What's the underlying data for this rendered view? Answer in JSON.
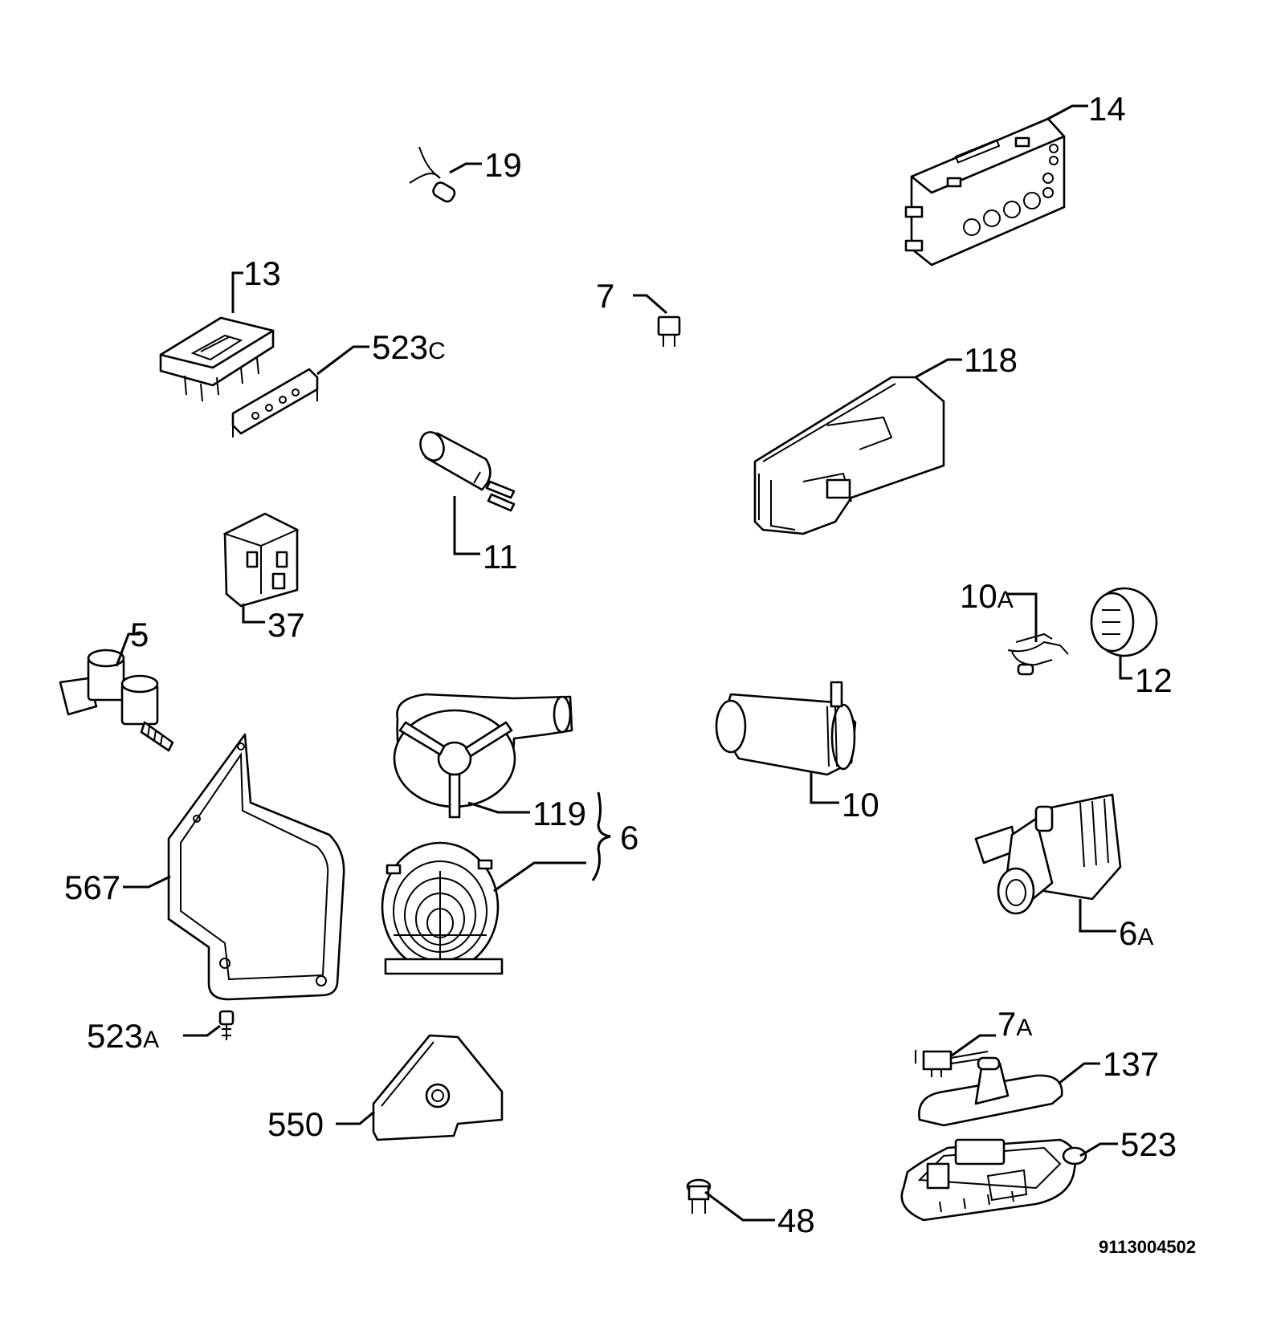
{
  "diagram": {
    "drawing_code": "9113004502",
    "parts": [
      {
        "id": "p14",
        "num": "14",
        "suffix": ""
      },
      {
        "id": "p19",
        "num": "19",
        "suffix": ""
      },
      {
        "id": "p13",
        "num": "13",
        "suffix": ""
      },
      {
        "id": "p7",
        "num": "7",
        "suffix": ""
      },
      {
        "id": "p523c",
        "num": "523",
        "suffix": "C"
      },
      {
        "id": "p118",
        "num": "118",
        "suffix": ""
      },
      {
        "id": "p11",
        "num": "11",
        "suffix": ""
      },
      {
        "id": "p37",
        "num": "37",
        "suffix": ""
      },
      {
        "id": "p10a",
        "num": "10",
        "suffix": "A"
      },
      {
        "id": "p12",
        "num": "12",
        "suffix": ""
      },
      {
        "id": "p5",
        "num": "5",
        "suffix": ""
      },
      {
        "id": "p10",
        "num": "10",
        "suffix": ""
      },
      {
        "id": "p119",
        "num": "119",
        "suffix": ""
      },
      {
        "id": "p6",
        "num": "6",
        "suffix": ""
      },
      {
        "id": "p567",
        "num": "567",
        "suffix": ""
      },
      {
        "id": "p6a",
        "num": "6",
        "suffix": "A"
      },
      {
        "id": "p523a",
        "num": "523",
        "suffix": "A"
      },
      {
        "id": "p7a",
        "num": "7",
        "suffix": "A"
      },
      {
        "id": "p137",
        "num": "137",
        "suffix": ""
      },
      {
        "id": "p550",
        "num": "550",
        "suffix": ""
      },
      {
        "id": "p523",
        "num": "523",
        "suffix": ""
      },
      {
        "id": "p48",
        "num": "48",
        "suffix": ""
      }
    ]
  }
}
